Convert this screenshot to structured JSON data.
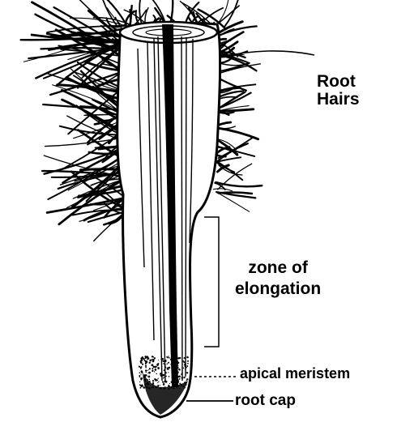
{
  "diagram": {
    "labels": {
      "root_hairs_line1": "Root",
      "root_hairs_line2": "Hairs",
      "zone_line1": "zone of",
      "zone_line2": "elongation",
      "apical_meristem": "apical meristem",
      "root_cap": "root cap"
    },
    "colors": {
      "ink": "#000000",
      "background": "#ffffff"
    }
  }
}
